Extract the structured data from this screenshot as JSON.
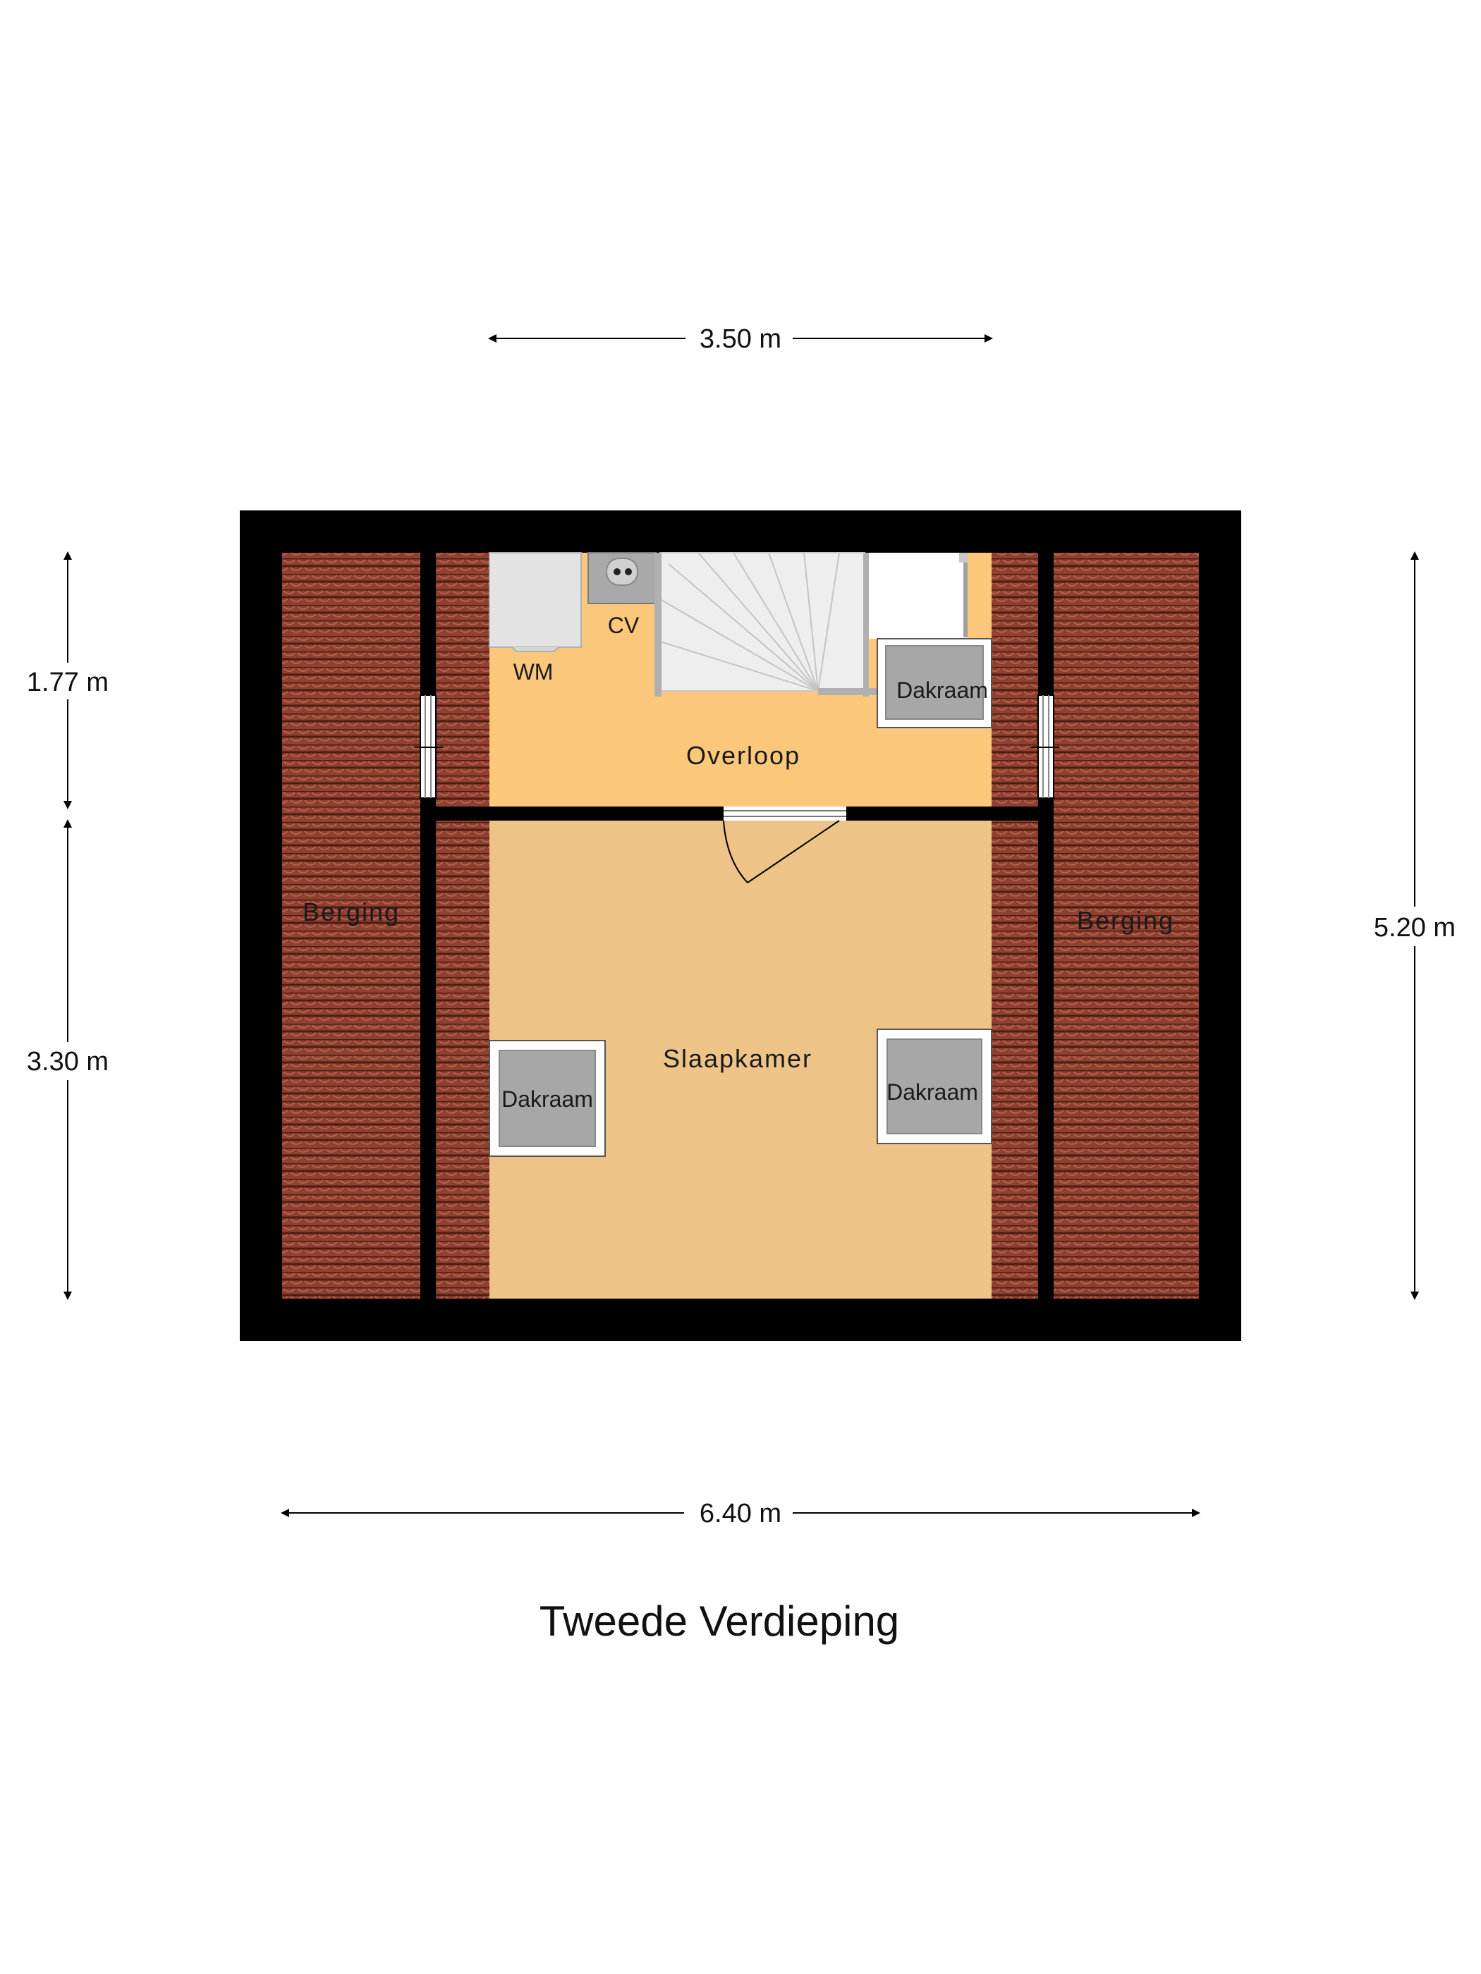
{
  "title": "Tweede Verdieping",
  "dimensions": {
    "top_width": "3.50 m",
    "bottom_width": "6.40 m",
    "left_upper": "1.77 m",
    "left_lower": "3.30 m",
    "right_total": "5.20 m"
  },
  "rooms": {
    "overloop": "Overloop",
    "slaapkamer": "Slaapkamer",
    "berging_left": "Berging",
    "berging_right": "Berging"
  },
  "fixtures": {
    "wm": "WM",
    "cv": "CV",
    "dakraam_overloop": "Dakraam",
    "dakraam_left": "Dakraam",
    "dakraam_right": "Dakraam"
  },
  "colors": {
    "wall": "#000000",
    "overloop_floor": "#fbc87b",
    "slaapkamer_floor": "#edc387",
    "roof_tile": "#8f4030",
    "roof_tile_line": "#5a2318",
    "skylight_glass": "#a7a7a7",
    "stair": "#d9d9d9"
  }
}
